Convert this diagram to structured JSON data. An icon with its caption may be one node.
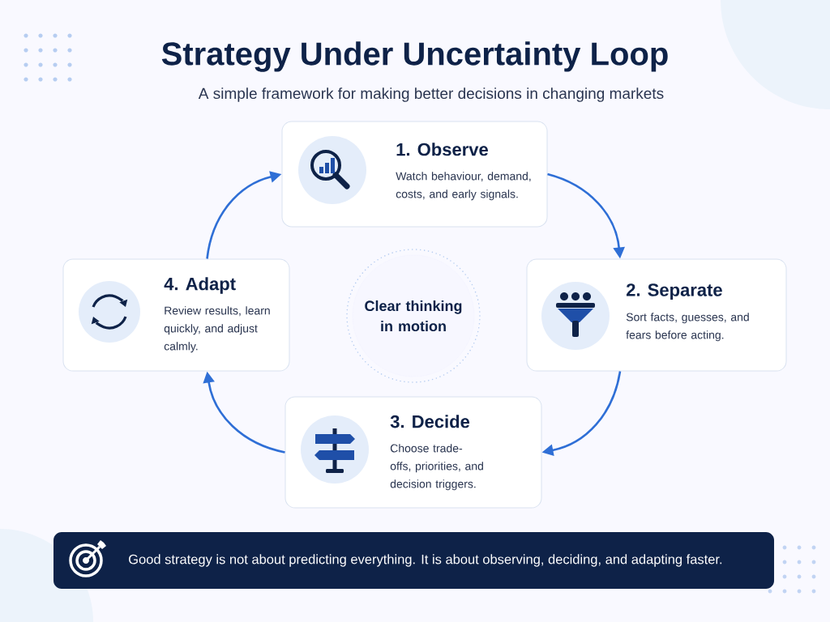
{
  "diagram": {
    "title": "Strategy Under Uncertainty Loop",
    "caption": "A simple framework for making better decisions in changing markets",
    "nodes": [
      {
        "text": [
          "1. Observe",
          "Watch behaviour, demand, costs, and early signals."
        ]
      },
      {
        "text": [
          "2. Separate",
          "Sort facts, guesses, and fears before acting."
        ]
      },
      {
        "text": [
          "3. Decide",
          "Choose trade-offs, priorities, and decision triggers."
        ]
      },
      {
        "text": [
          "4. Adapt",
          "Review results, learn quickly, and adjust calmly."
        ]
      },
      {
        "text": [
          "Clear thinking in motion"
        ]
      },
      {
        "text": [
          "Good strategy is not about predicting everything. It is about observing, deciding, and adapting faster."
        ]
      }
    ],
    "edges": [
      {
        "from": 0,
        "to": 1,
        "arrow": "to"
      },
      {
        "from": 1,
        "to": 2,
        "arrow": "to"
      },
      {
        "from": 2,
        "to": 3,
        "arrow": "to"
      },
      {
        "from": 3,
        "to": 0,
        "arrow": "to"
      }
    ]
  }
}
